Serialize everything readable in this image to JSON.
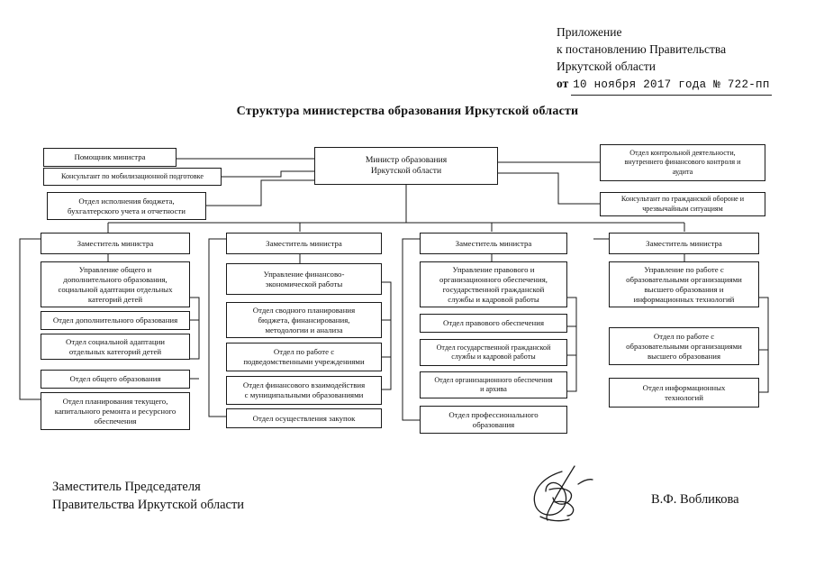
{
  "header": {
    "line1": "Приложение",
    "line2": "к постановлению Правительства",
    "line3": "Иркутской области",
    "ot_label": "от",
    "ot_value": "10 ноября 2017 года № 722-пп"
  },
  "title": "Структура министерства образования Иркутской области",
  "chart_data": {
    "type": "diagram",
    "title": "Структура министерства образования Иркутской области",
    "root": "Министр образования Иркутской области",
    "nodes": {
      "minister": "Министр образования\nИркутской области",
      "left_aides": [
        "Помощник министра",
        "Консультант по мобилизационной подготовке",
        "Отдел исполнения бюджета,\nбухгалтерского учета и отчетности"
      ],
      "right_aides": [
        "Отдел контрольной деятельности,\nвнутреннего финансового контроля и\nаудита",
        "Консультант по гражданской обороне и\nчрезвычайным ситуациям"
      ],
      "deputy_label": "Заместитель министра"
    },
    "columns": [
      {
        "deputy": "Заместитель министра",
        "department": "Управление общего и\nдополнительного образования,\nсоциальной адаптации отдельных\nкатегорий детей",
        "units": [
          "Отдел дополнительного образования",
          "Отдел социальной адаптации\nотдельных категорий детей",
          "Отдел общего образования",
          "Отдел планирования текущего,\nкапитального ремонта и ресурсного\nобеспечения"
        ]
      },
      {
        "deputy": "Заместитель министра",
        "department": "Управление финансово-\nэкономической работы",
        "units": [
          "Отдел сводного планирования\nбюджета, финансирования,\nметодологии и анализа",
          "Отдел по работе с\nподведомственными учреждениями",
          "Отдел финансового взаимодействия\nс муниципальными образованиями",
          "Отдел осуществления закупок"
        ]
      },
      {
        "deputy": "Заместитель министра",
        "department": "Управление правового и\nорганизационного обеспечения,\nгосударственной гражданской\nслужбы и кадровой работы",
        "units": [
          "Отдел правового обеспечения",
          "Отдел государственной гражданской\nслужбы и кадровой работы",
          "Отдел организационного обеспечения\nи архива",
          "Отдел профессионального\nобразования"
        ]
      },
      {
        "deputy": "Заместитель министра",
        "department": "Управление по работе с\nобразовательными организациями\nвысшего образования и\nинформационных технологий",
        "units": [
          "Отдел по работе с\nобразовательными организациями\nвысшего образования",
          "Отдел информационных\nтехнологий"
        ]
      }
    ]
  },
  "boxes": {
    "minister_l1": "Министр образования",
    "minister_l2": "Иркутской области",
    "aide_1": "Помощник министра",
    "aide_2": "Консультант по мобилизационной подготовке",
    "aide_3_l1": "Отдел исполнения бюджета,",
    "aide_3_l2": "бухгалтерского учета и отчетности",
    "right_1_l1": "Отдел контрольной деятельности,",
    "right_1_l2": "внутреннего финансового контроля и",
    "right_1_l3": "аудита",
    "right_2_l1": "Консультант по гражданской обороне и",
    "right_2_l2": "чрезвычайным ситуациям",
    "c1_deputy": "Заместитель министра",
    "c1_dept_l1": "Управление общего и",
    "c1_dept_l2": "дополнительного образования,",
    "c1_dept_l3": "социальной адаптации отдельных",
    "c1_dept_l4": "категорий детей",
    "c1_u1": "Отдел дополнительного образования",
    "c1_u2_l1": "Отдел социальной адаптации",
    "c1_u2_l2": "отдельных категорий детей",
    "c1_u3": "Отдел общего образования",
    "c1_u4_l1": "Отдел планирования текущего,",
    "c1_u4_l2": "капитального ремонта и ресурсного",
    "c1_u4_l3": "обеспечения",
    "c2_deputy": "Заместитель министра",
    "c2_dept_l1": "Управление финансово-",
    "c2_dept_l2": "экономической работы",
    "c2_u1_l1": "Отдел сводного планирования",
    "c2_u1_l2": "бюджета, финансирования,",
    "c2_u1_l3": "методологии и анализа",
    "c2_u2_l1": "Отдел по работе с",
    "c2_u2_l2": "подведомственными учреждениями",
    "c2_u3_l1": "Отдел финансового взаимодействия",
    "c2_u3_l2": "с муниципальными образованиями",
    "c2_u4": "Отдел осуществления закупок",
    "c3_deputy": "Заместитель министра",
    "c3_dept_l1": "Управление правового и",
    "c3_dept_l2": "организационного обеспечения,",
    "c3_dept_l3": "государственной гражданской",
    "c3_dept_l4": "службы и кадровой работы",
    "c3_u1": "Отдел правового обеспечения",
    "c3_u2_l1": "Отдел государственной гражданской",
    "c3_u2_l2": "службы и кадровой работы",
    "c3_u3_l1": "Отдел организационного обеспечения",
    "c3_u3_l2": "и архива",
    "c3_u4_l1": "Отдел профессионального",
    "c3_u4_l2": "образования",
    "c4_deputy": "Заместитель министра",
    "c4_dept_l1": "Управление по работе с",
    "c4_dept_l2": "образовательными организациями",
    "c4_dept_l3": "высшего образования и",
    "c4_dept_l4": "информационных технологий",
    "c4_u1_l1": "Отдел по работе с",
    "c4_u1_l2": "образовательными организациями",
    "c4_u1_l3": "высшего образования",
    "c4_u2_l1": "Отдел информационных",
    "c4_u2_l2": "технологий"
  },
  "footer": {
    "left_l1": "Заместитель Председателя",
    "left_l2": "Правительства Иркутской области",
    "name": "В.Ф. Вобликова"
  }
}
